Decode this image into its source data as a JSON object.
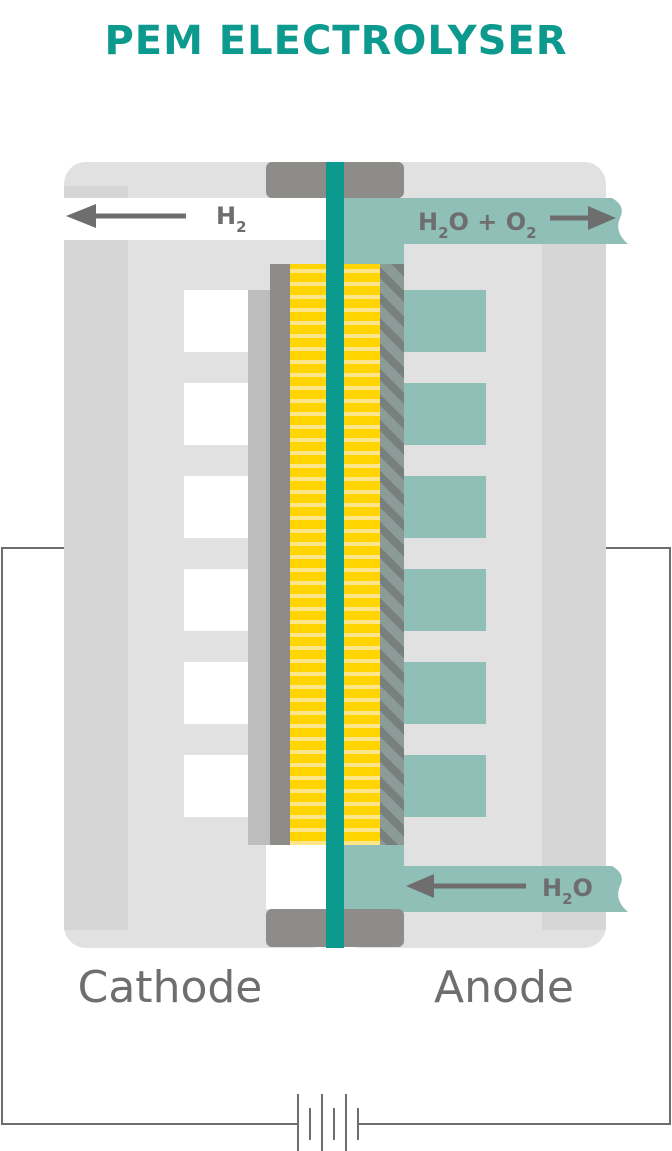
{
  "title": "PEM ELECTROLYSER",
  "labels": {
    "cathode": "Cathode",
    "anode": "Anode"
  },
  "flows": {
    "h2_out": {
      "main": "H",
      "sub": "2"
    },
    "anode_out": {
      "p1": "H",
      "s1": "2",
      "p2": "O + O",
      "s2": "2"
    },
    "water_in": {
      "p1": "H",
      "s1": "2",
      "p2": "O"
    }
  },
  "colors": {
    "title": "#0d9a8e",
    "membrane": "#0d9a8e",
    "water": "#8fbfb7",
    "catalyst": "#ffd400",
    "plate": "#e1e1e1",
    "gasket": "#8d8c88",
    "wire": "#6e6e6e"
  }
}
